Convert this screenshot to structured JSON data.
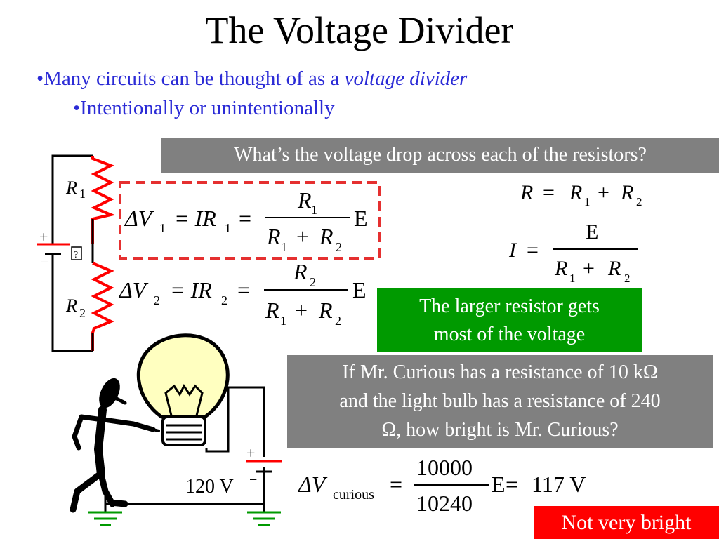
{
  "slide": {
    "title": "The Voltage Divider",
    "bullets": [
      {
        "prefix": "•Many circuits can be thought of as a ",
        "emphasis": "voltage divider"
      },
      {
        "prefix": "•Intentionally or unintentionally"
      }
    ]
  },
  "question_box": {
    "text": "What’s the voltage drop across each of the resistors?",
    "color": "#808080"
  },
  "circuit": {
    "r1_label": "R",
    "r1_sub": "1",
    "r2_label": "R",
    "r2_sub": "2",
    "plus": "+",
    "minus": "−",
    "source_glyph": "?"
  },
  "equations": {
    "dv1": {
      "lhs": "ΔV",
      "lhs_sub": "1",
      "mid": "= IR",
      "mid_sub": "1",
      "eq": "=",
      "num": "R",
      "num_sub": "1",
      "den": "R",
      "den_sub1": "1",
      "plus": "+",
      "den2": "R",
      "den_sub2": "2",
      "emf": "E"
    },
    "dv2": {
      "lhs": "ΔV",
      "lhs_sub": "2",
      "mid": "= IR",
      "mid_sub": "2",
      "eq": "=",
      "num": "R",
      "num_sub": "2",
      "den": "R",
      "den_sub1": "1",
      "plus": "+",
      "den2": "R",
      "den_sub2": "2",
      "emf": "E"
    },
    "r_total": {
      "lhs": "R",
      "eq": "=",
      "r1": "R",
      "r1_sub": "1",
      "plus": "+",
      "r2": "R",
      "r2_sub": "2"
    },
    "current": {
      "lhs": "I",
      "eq": "=",
      "num": "E",
      "den_r1": "R",
      "den_r1_sub": "1",
      "plus": "+",
      "den_r2": "R",
      "den_r2_sub": "2"
    },
    "curious": {
      "lhs": "ΔV",
      "lhs_sub": "curious",
      "eq": "=",
      "num": "10000",
      "den": "10240",
      "emf": "E",
      "eq2": "=",
      "result": "117 V"
    }
  },
  "green_box": {
    "line1": "The larger resistor gets",
    "line2": "most of the voltage",
    "color": "#009a00"
  },
  "curious_box": {
    "line1": "If Mr. Curious has a resistance of 10 kΩ",
    "line2": "and the light bulb has a resistance of 240",
    "line3": "Ω, how bright is Mr. Curious?"
  },
  "bulb_circuit": {
    "source_label": "120 V",
    "plus": "+",
    "minus": "−"
  },
  "result_box": {
    "text": "Not very bright",
    "color": "#ff0000"
  },
  "colors": {
    "bullet_text": "#2b2bd6",
    "dashed_box": "#e53030",
    "resistor": "#ff0000",
    "ground": "#009a00",
    "bulb": "#ffffc0"
  }
}
